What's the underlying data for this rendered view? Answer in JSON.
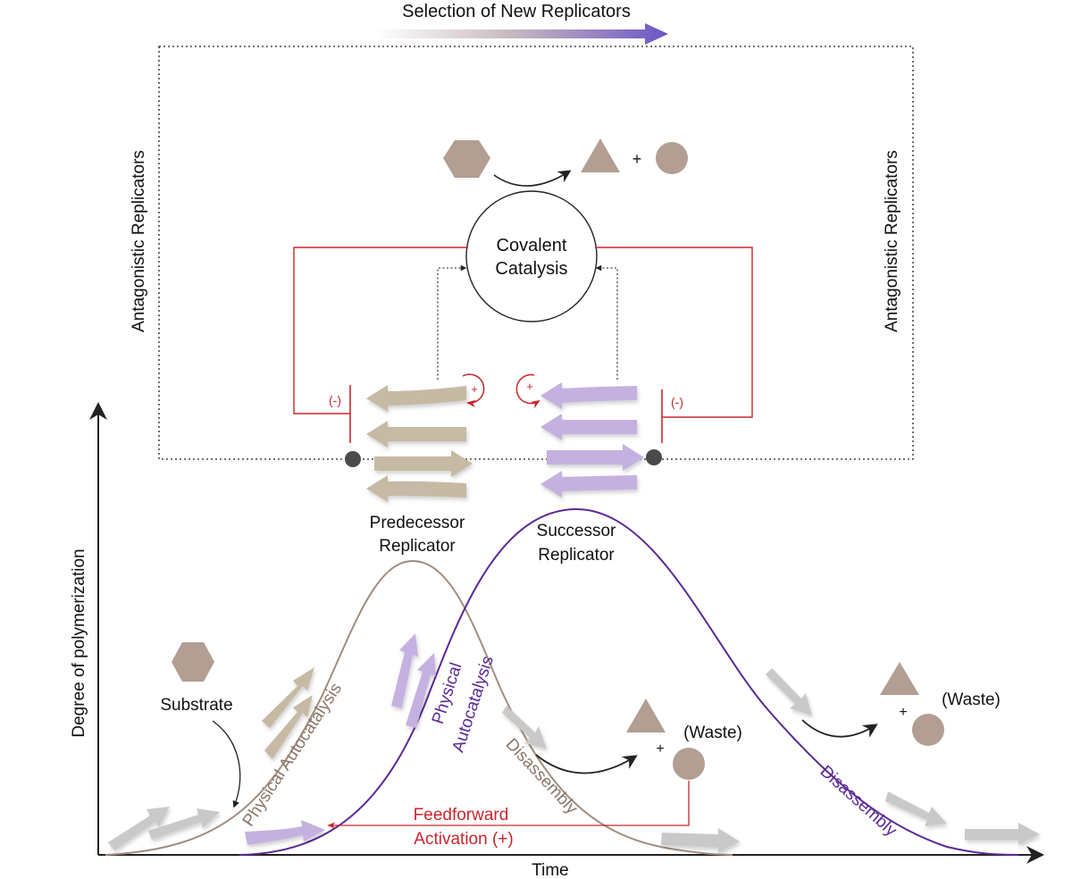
{
  "title": "Selection of New Replicators",
  "labels": {
    "antagonistic_left": "Antagonistic Replicators",
    "antagonistic_right": "Antagonistic Replicators",
    "covalent_line1": "Covalent",
    "covalent_line2": "Catalysis",
    "plus": "+",
    "minus_left": "(-)",
    "minus_right": "(-)",
    "predecessor_line1": "Predecessor",
    "predecessor_line2": "Replicator",
    "successor_line1": "Successor",
    "successor_line2": "Replicator",
    "substrate": "Substrate",
    "physical_autocatalysis": "Physical Autocatalysis",
    "physical": "Physical",
    "autocatalysis": "Autocatalysis",
    "disassembly": "Disassembly",
    "waste": "(Waste)",
    "feedforward_line1": "Feedforward",
    "feedforward_line2": "Activation (+)",
    "x_axis": "Time",
    "y_axis": "Degree of polymerization"
  },
  "colors": {
    "predecessor": "#c6baa4",
    "successor": "#c4b1e0",
    "curve_predecessor": "#a18d7f",
    "curve_successor": "#5b2a94",
    "inhibition": "#c8262d",
    "molecule": "#b29e92",
    "flow_grey": "#c9c9c9"
  }
}
